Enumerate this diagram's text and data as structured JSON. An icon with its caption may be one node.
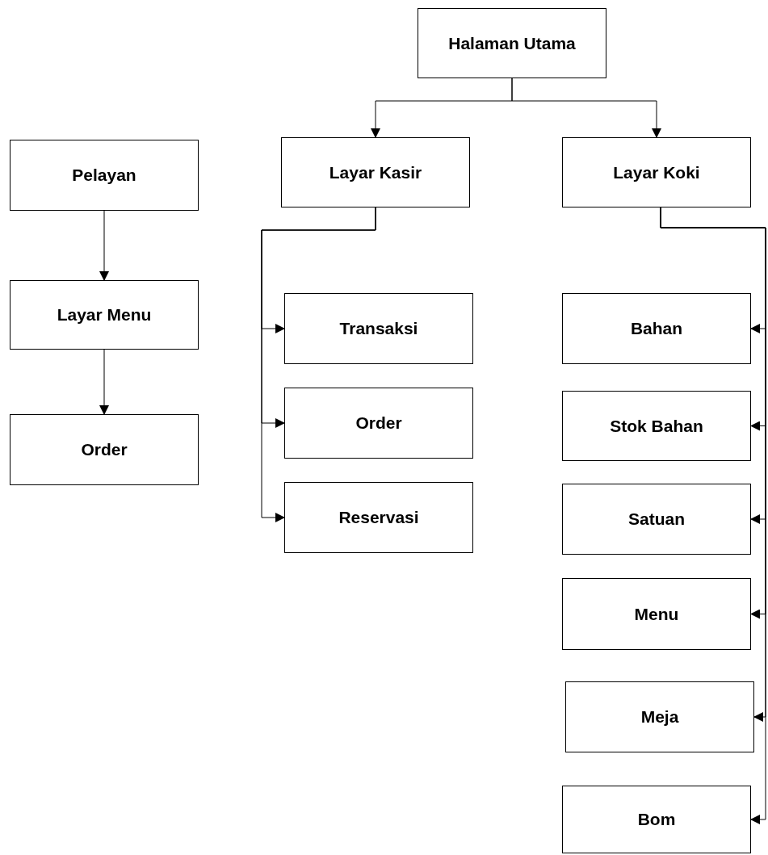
{
  "diagram": {
    "nodes": [
      {
        "text": [
          "Halaman Utama"
        ]
      },
      {
        "text": [
          "Pelayan"
        ]
      },
      {
        "text": [
          "Layar Menu"
        ]
      },
      {
        "text": [
          "Order"
        ]
      },
      {
        "text": [
          "Layar Kasir"
        ]
      },
      {
        "text": [
          "Transaksi"
        ]
      },
      {
        "text": [
          "Order"
        ]
      },
      {
        "text": [
          "Reservasi"
        ]
      },
      {
        "text": [
          "Layar Koki"
        ]
      },
      {
        "text": [
          "Bahan"
        ]
      },
      {
        "text": [
          "Stok Bahan"
        ]
      },
      {
        "text": [
          "Satuan"
        ]
      },
      {
        "text": [
          "Menu"
        ]
      },
      {
        "text": [
          "Meja"
        ]
      },
      {
        "text": [
          "Bom"
        ]
      }
    ],
    "edges": [
      {
        "from": 0,
        "to": 4,
        "arrow": "to"
      },
      {
        "from": 0,
        "to": 8,
        "arrow": "to"
      },
      {
        "from": 1,
        "to": 2,
        "arrow": "to"
      },
      {
        "from": 2,
        "to": 3,
        "arrow": "to"
      },
      {
        "from": 4,
        "to": 5,
        "arrow": "to"
      },
      {
        "from": 4,
        "to": 6,
        "arrow": "to"
      },
      {
        "from": 4,
        "to": 7,
        "arrow": "to"
      },
      {
        "from": 8,
        "to": 9,
        "arrow": "to"
      },
      {
        "from": 8,
        "to": 10,
        "arrow": "to"
      },
      {
        "from": 8,
        "to": 11,
        "arrow": "to"
      },
      {
        "from": 8,
        "to": 12,
        "arrow": "to"
      },
      {
        "from": 8,
        "to": 13,
        "arrow": "to"
      },
      {
        "from": 8,
        "to": 14,
        "arrow": "to"
      }
    ]
  }
}
